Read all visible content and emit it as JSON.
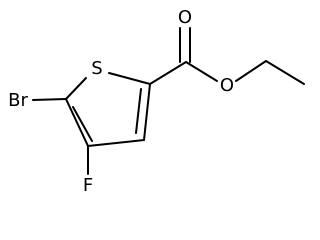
{
  "molecule": {
    "atoms": {
      "sulfur": "S",
      "oxygen_carbonyl": "O",
      "oxygen_ester": "O",
      "bromine": "Br",
      "fluorine": "F"
    },
    "colors": {
      "bond": "#000000",
      "label": "#000000",
      "background": "#ffffff"
    }
  }
}
